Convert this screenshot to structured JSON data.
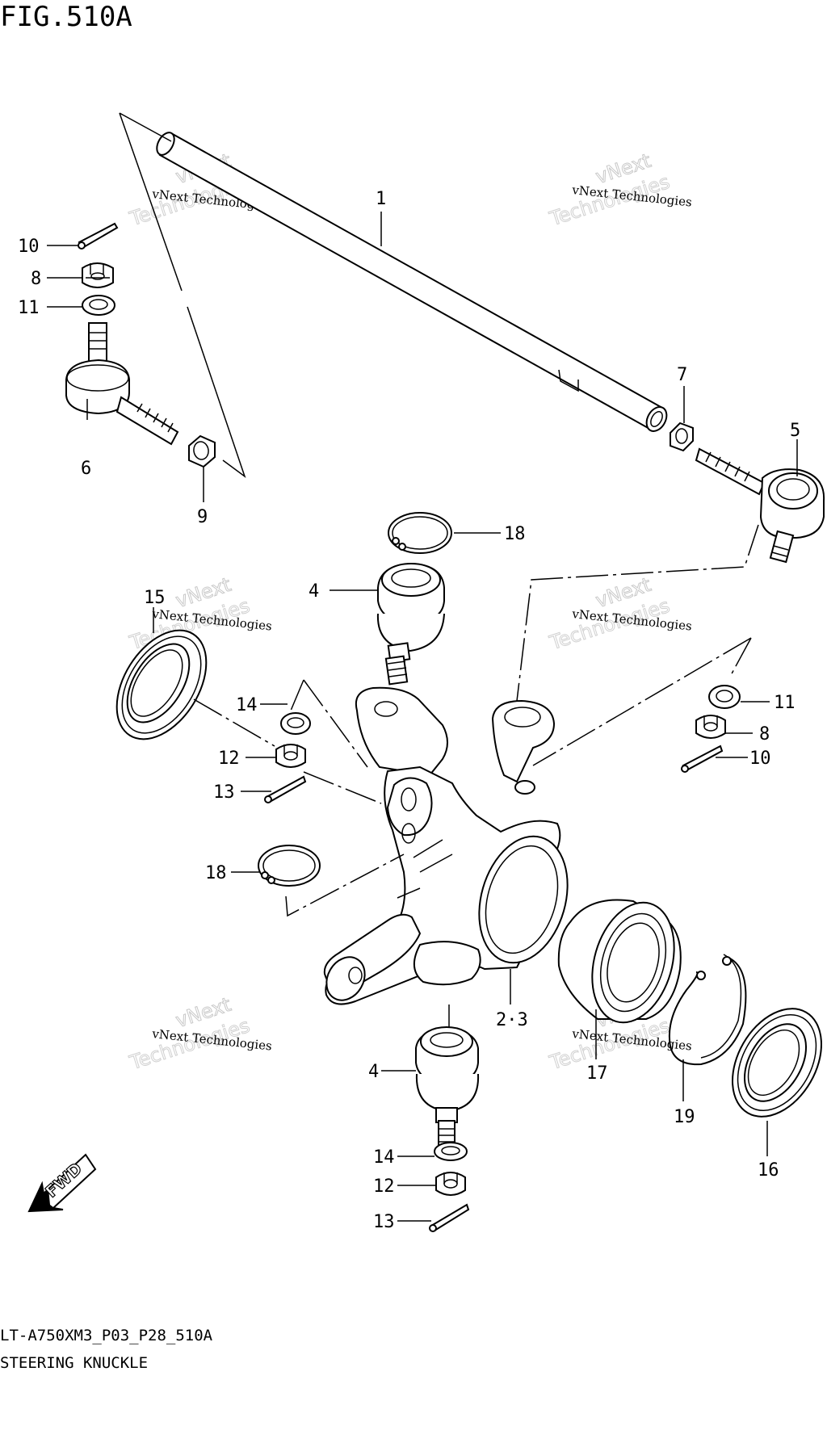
{
  "figure": {
    "title": "FIG.510A"
  },
  "callouts": [
    "1",
    "5",
    "7",
    "10",
    "8",
    "11",
    "6",
    "9",
    "18",
    "4",
    "15",
    "14",
    "12",
    "13",
    "11",
    "8",
    "10",
    "18",
    "2·3",
    "17",
    "19",
    "16",
    "4",
    "14",
    "12",
    "13"
  ],
  "watermark": {
    "line1": "vNext Technologies",
    "line2": "vNext",
    "line3": "Technologies"
  },
  "direction_arrow": {
    "label": "FWD"
  },
  "footer": {
    "code": "LT-A750XM3_P03_P28_510A",
    "name": "STEERING KNUCKLE"
  }
}
